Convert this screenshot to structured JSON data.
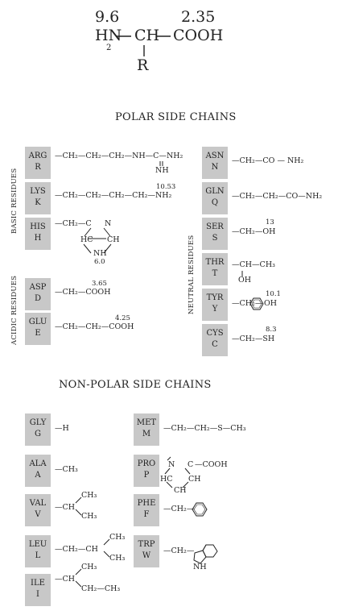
{
  "header_structure": {
    "pk_amino": "9.6",
    "pk_carboxyl": "2.35",
    "amino": "HN",
    "subscript": "2",
    "alpha": "CH",
    "carboxyl": "COOH",
    "r_group": "R"
  },
  "polar": {
    "title": "POLAR SIDE CHAINS",
    "basic_label": "BASIC RESIDUES",
    "acidic_label": "ACIDIC RESIDUES",
    "neutral_label": "NEUTRAL RESIDUES",
    "residues": {
      "arg": {
        "code3": "ARG",
        "code1": "R",
        "chain": "—CH₂—CH₂—CH₂—NH—C—NH₂",
        "extra": "NH"
      },
      "lys": {
        "code3": "LYS",
        "code1": "K",
        "chain": "—CH₂—CH₂—CH₂—CH₂—NH₂",
        "pk": "10.53"
      },
      "his": {
        "code3": "HIS",
        "code1": "H",
        "chain": "—CH₂—C",
        "ring_n": "N",
        "ring_hc": "HC",
        "ring_ch": "CH",
        "ring_nh": "NH",
        "pk": "6.0"
      },
      "asp": {
        "code3": "ASP",
        "code1": "D",
        "chain": "—CH₂—COOH",
        "pk": "3.65"
      },
      "glu": {
        "code3": "GLU",
        "code1": "E",
        "chain": "—CH₂—CH₂—COOH",
        "pk": "4.25"
      },
      "asn": {
        "code3": "ASN",
        "code1": "N",
        "chain": "—CH₂—CO — NH₂"
      },
      "gln": {
        "code3": "GLN",
        "code1": "Q",
        "chain": "—CH₂—CH₂—CO—NH₂"
      },
      "ser": {
        "code3": "SER",
        "code1": "S",
        "chain": "—CH₂—OH",
        "pk": "13"
      },
      "thr": {
        "code3": "THR",
        "code1": "T",
        "chain": "—CH—CH₃",
        "sub": "OH"
      },
      "tyr": {
        "code3": "TYR",
        "code1": "Y",
        "chain": "—CH₂—",
        "tail": "OH",
        "pk": "10.1"
      },
      "cys": {
        "code3": "CYS",
        "code1": "C",
        "chain": "—CH₂—SH",
        "pk": "8.3"
      }
    }
  },
  "nonpolar": {
    "title": "NON-POLAR SIDE CHAINS",
    "residues": {
      "gly": {
        "code3": "GLY",
        "code1": "G",
        "chain": "—H"
      },
      "ala": {
        "code3": "ALA",
        "code1": "A",
        "chain": "—CH₃"
      },
      "val": {
        "code3": "VAL",
        "code1": "V",
        "chain": "—CH",
        "up": "CH₃",
        "down": "CH₃"
      },
      "leu": {
        "code3": "LEU",
        "code1": "L",
        "chain": "—CH₂—CH",
        "up": "CH₃",
        "down": "CH₃"
      },
      "ile": {
        "code3": "ILE",
        "code1": "I",
        "chain": "—CH",
        "up": "CH₃",
        "down": "CH₂—CH₃"
      },
      "met": {
        "code3": "MET",
        "code1": "M",
        "chain": "—CH₂—CH₂—S—CH₃"
      },
      "pro": {
        "code3": "PRO",
        "code1": "P",
        "n": "N",
        "c": "C",
        "cooh": "—COOH",
        "hc": "HC",
        "ch": "CH",
        "ch_bottom": "CH"
      },
      "phe": {
        "code3": "PHE",
        "code1": "F",
        "chain": "—CH₂—"
      },
      "trp": {
        "code3": "TRP",
        "code1": "W",
        "chain": "—CH₂—",
        "nh": "NH"
      }
    }
  }
}
